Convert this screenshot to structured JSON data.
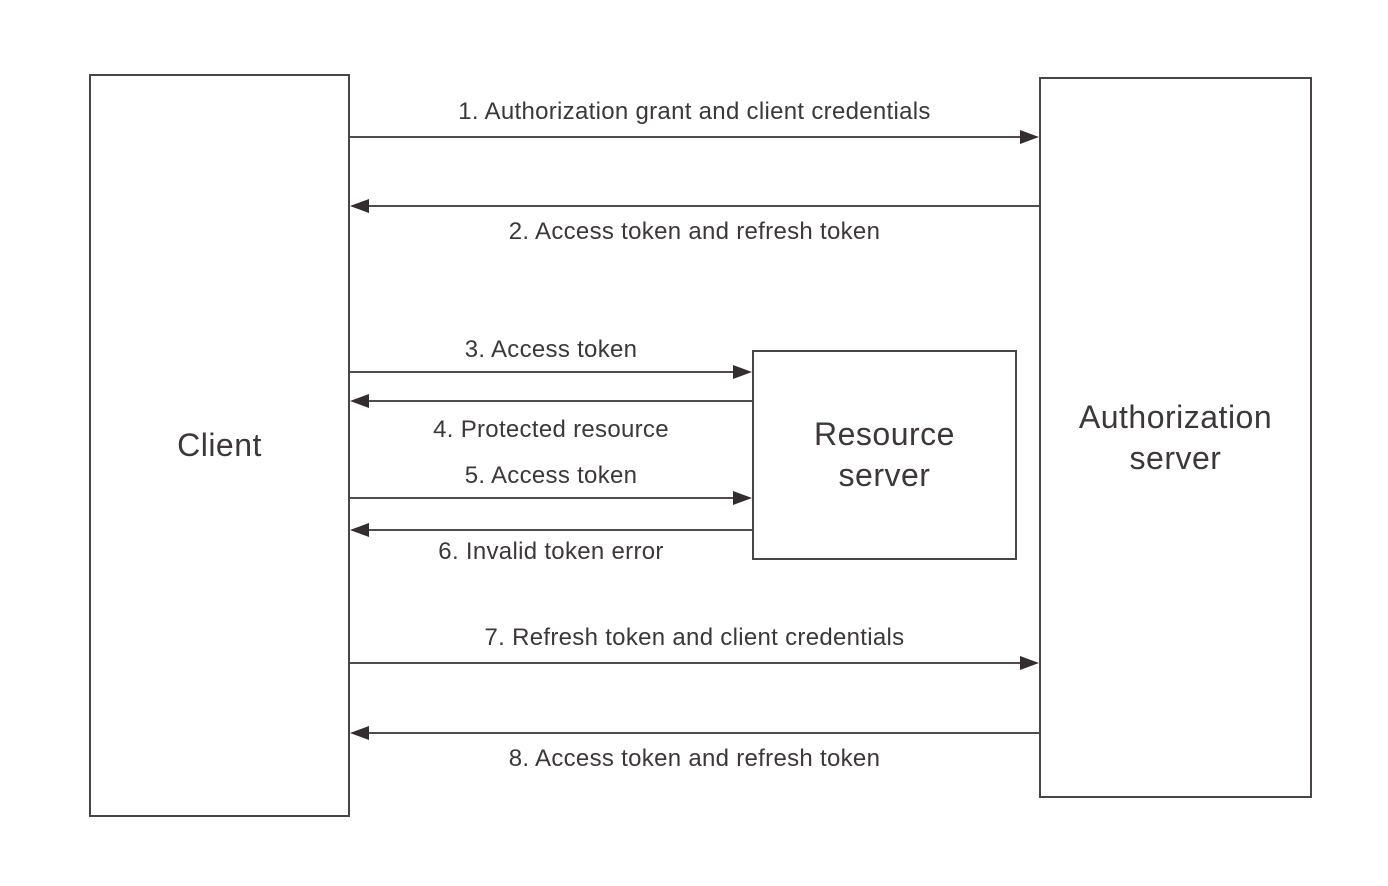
{
  "diagram": {
    "background_color": "#ffffff",
    "line_color": "#524b4b",
    "arrowhead_color": "#332d2d",
    "text_color": "#3d3737",
    "box_border_color": "#4b4444",
    "boxes": [
      {
        "id": "client",
        "label": "Client"
      },
      {
        "id": "resource-server",
        "label": "Resource server"
      },
      {
        "id": "authorization-server",
        "label": "Authorization server"
      }
    ],
    "arrows": [
      {
        "step": 1,
        "label": "1. Authorization grant and client credentials",
        "from": "client",
        "to": "authorization-server",
        "direction": "right",
        "label_position": "above"
      },
      {
        "step": 2,
        "label": "2. Access token and refresh token",
        "from": "authorization-server",
        "to": "client",
        "direction": "left",
        "label_position": "below"
      },
      {
        "step": 3,
        "label": "3. Access token",
        "from": "client",
        "to": "resource-server",
        "direction": "right",
        "label_position": "above"
      },
      {
        "step": 4,
        "label": "4. Protected resource",
        "from": "resource-server",
        "to": "client",
        "direction": "left",
        "label_position": "below"
      },
      {
        "step": 5,
        "label": "5. Access token",
        "from": "client",
        "to": "resource-server",
        "direction": "right",
        "label_position": "above"
      },
      {
        "step": 6,
        "label": "6. Invalid token error",
        "from": "resource-server",
        "to": "client",
        "direction": "left",
        "label_position": "below"
      },
      {
        "step": 7,
        "label": "7. Refresh token and client credentials",
        "from": "client",
        "to": "authorization-server",
        "direction": "right",
        "label_position": "above"
      },
      {
        "step": 8,
        "label": "8. Access token and refresh token",
        "from": "authorization-server",
        "to": "client",
        "direction": "left",
        "label_position": "below"
      }
    ]
  }
}
